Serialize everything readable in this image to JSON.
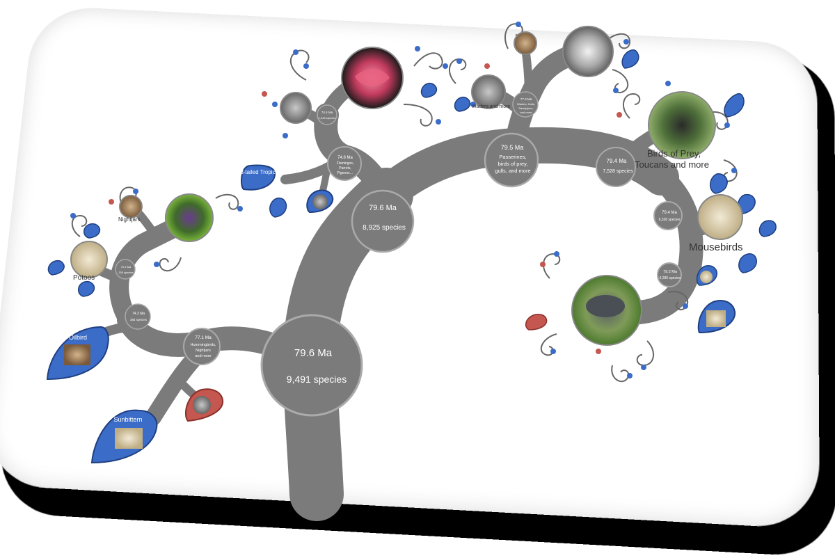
{
  "colors": {
    "branch": "#7b7b7b",
    "node_ring": "#a9a9a9",
    "leaf_blue": "#3a6cc8",
    "leaf_red": "#c4574f",
    "twig": "#666666"
  },
  "nodes": {
    "root": {
      "age": "79.6 Ma",
      "species": "9,491 species"
    },
    "neoaves": {
      "age": "79.6 Ma",
      "species": "8,925 species"
    },
    "passerines": {
      "age": "79.5 Ma",
      "desc_1": "Passerines,",
      "desc_2": "birds of prey,",
      "desc_3": "gulls, and more"
    },
    "landbirds": {
      "age": "79.4 Ma",
      "species": "7,528 species"
    },
    "mousebird_node": {
      "age": "79.4 Ma",
      "species": "6,338 species"
    },
    "passeri_node": {
      "age": "79.2 Ma",
      "species": "6,280 species"
    },
    "tropicbird_node": {
      "age": "74.8 Ma",
      "desc_1": "Flamingos,",
      "desc_2": "Parrots,",
      "desc_3": "Pigeons…"
    },
    "flamingo_node": {
      "age": "74.4 Ma",
      "species": "1,345 species"
    },
    "waders_node": {
      "age": "77.3 Ma",
      "desc_1": "Waders, Gulls,",
      "desc_2": "Sandpipers,",
      "desc_3": "and more"
    },
    "hummingbirds": {
      "age": "77.1 Ma",
      "desc_1": "Hummingbirds,",
      "desc_2": "Nightjars",
      "desc_3": "and more"
    },
    "potoo_node": {
      "age": "74.3 Ma",
      "species": "364 species"
    },
    "nightjar_node": {
      "age": "70.1 Ma",
      "species": "330 species"
    }
  },
  "labels": {
    "oilbird": "Oilbird",
    "sunbittern": "Sunbittern",
    "tropicbird": "Red-tailed Tropicbird",
    "potoos": "Potoos",
    "nightjars": "Nightjars",
    "waders": "Waders and more",
    "birds_of_prey_1": "Birds of Prey,",
    "birds_of_prey_2": "Toucans and more",
    "mousebirds": "Mousebirds"
  }
}
